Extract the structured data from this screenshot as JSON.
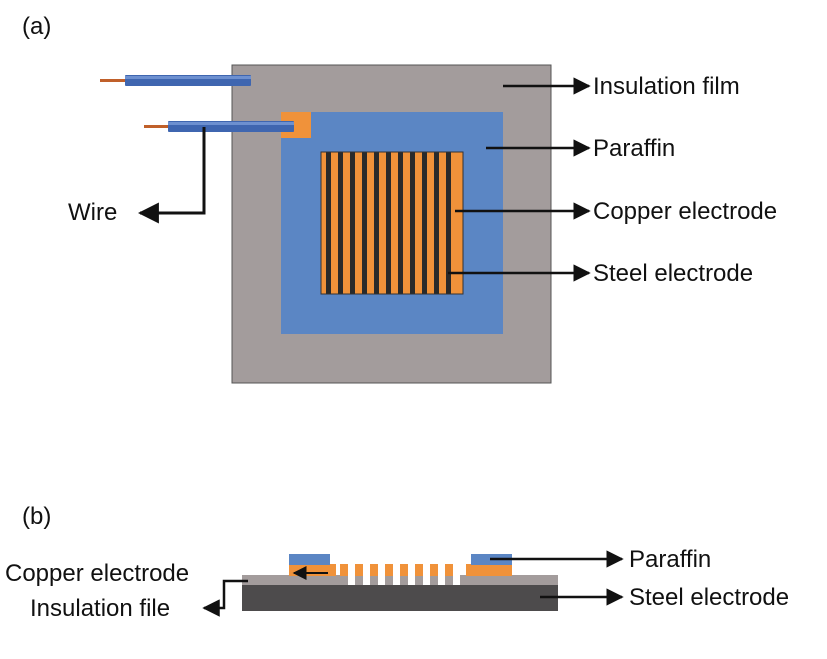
{
  "panel_a": {
    "tag": "(a)",
    "labels": {
      "insulation_film": "Insulation film",
      "paraffin": "Paraffin",
      "copper_electrode": "Copper electrode",
      "steel_electrode": "Steel electrode",
      "wire": "Wire"
    }
  },
  "panel_b": {
    "tag": "(b)",
    "labels": {
      "copper_electrode": "Copper electrode",
      "insulation_file": "Insulation file",
      "paraffin": "Paraffin",
      "steel_electrode": "Steel electrode"
    }
  },
  "colors": {
    "insulation": "#a39c9c",
    "paraffin": "#5b86c4",
    "copper": "#f0923a",
    "steel_stripe": "#2a2a2a",
    "steel_base": "#4d4b4c",
    "wire_sheath": "#3f66b0",
    "wire_core": "#c0602a",
    "outline": "#333333",
    "arrow": "#111111"
  }
}
